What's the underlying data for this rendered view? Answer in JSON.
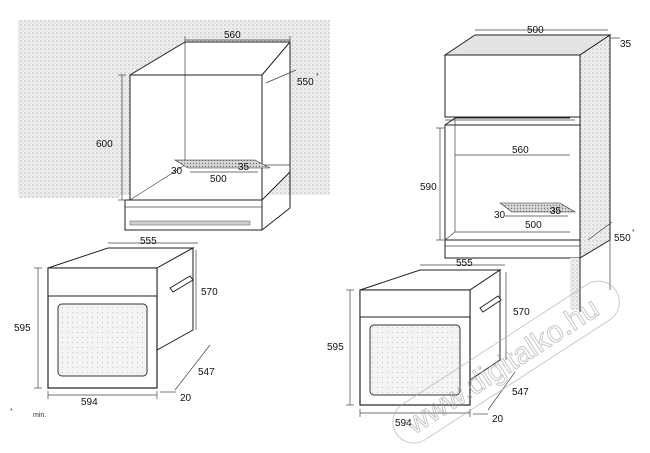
{
  "left_niche": {
    "dims": {
      "width": "560",
      "depth": "550",
      "star": "*",
      "height": "600",
      "front_gap": "30",
      "vent_depth": "35",
      "vent_width": "500"
    }
  },
  "left_oven": {
    "dims": {
      "depth": "555",
      "height_side": "570",
      "front_height": "595",
      "base_depth": "547",
      "width": "594",
      "offset": "20"
    }
  },
  "right_cabinet": {
    "dims": {
      "top_width": "500",
      "top_offset": "35",
      "inner_width": "560",
      "height": "590",
      "front_gap": "30",
      "vent_depth": "35",
      "vent_width": "500",
      "depth": "550",
      "star": "*"
    }
  },
  "right_oven": {
    "dims": {
      "depth": "555",
      "height_side": "570",
      "front_height": "595",
      "base_depth": "547",
      "width": "594",
      "offset": "20"
    }
  },
  "footnote": {
    "symbol": "*",
    "text": "min."
  },
  "watermark": "www.digitalko.hu"
}
